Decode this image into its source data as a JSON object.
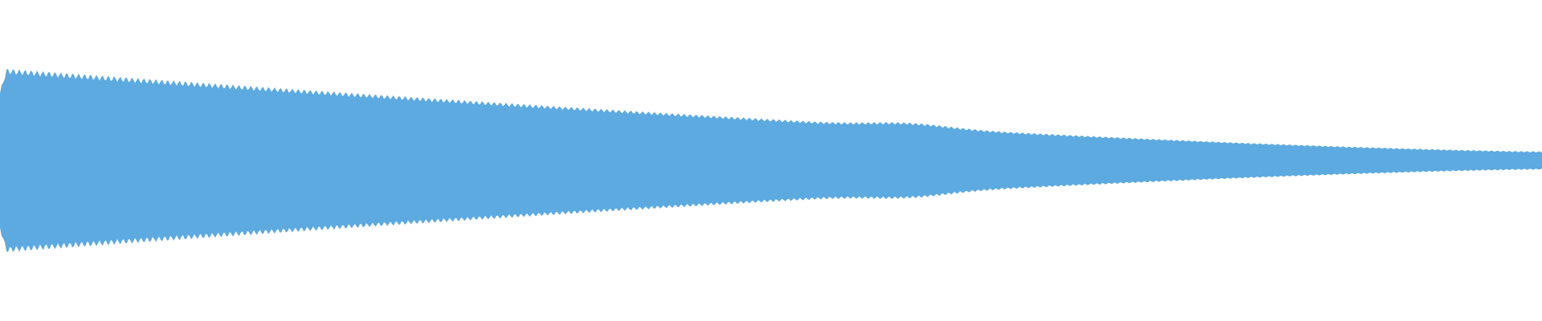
{
  "waveform": {
    "color": "#5DAAE0",
    "background": "#FFFFFF",
    "envelope": {
      "peak_amplitude_fraction": 0.27,
      "end_amplitude_fraction": 0.025,
      "bump_position_fraction": 0.59,
      "bump_strength": 0.18
    }
  }
}
